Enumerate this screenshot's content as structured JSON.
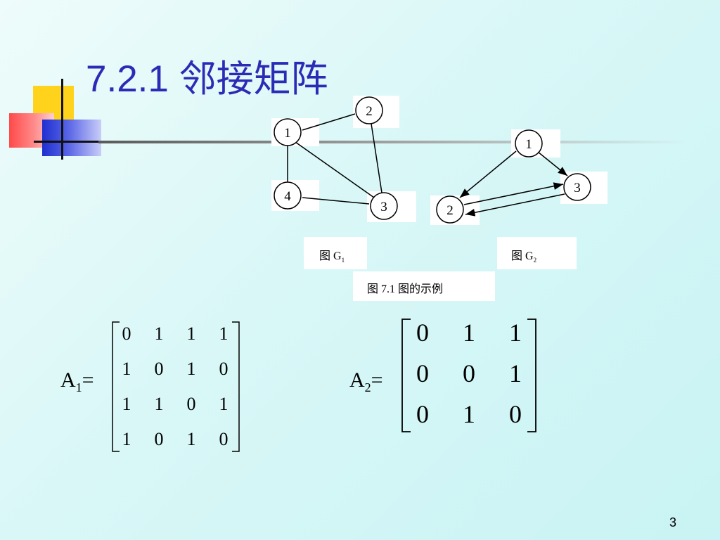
{
  "slide": {
    "title": "7.2.1 邻接矩阵",
    "page_number": "3"
  },
  "figure": {
    "caption_g1_prefix": "图 G",
    "caption_g1_sub": "1",
    "caption_g2_prefix": "图 G",
    "caption_g2_sub": "2",
    "caption_main": "图  7.1  图的示例"
  },
  "graph_g1": {
    "nodes": [
      "1",
      "2",
      "3",
      "4"
    ],
    "edges": [
      [
        "1",
        "2"
      ],
      [
        "1",
        "3"
      ],
      [
        "1",
        "4"
      ],
      [
        "2",
        "3"
      ],
      [
        "4",
        "3"
      ]
    ]
  },
  "graph_g2": {
    "nodes": [
      "1",
      "2",
      "3"
    ],
    "edges": [
      [
        "1",
        "2"
      ],
      [
        "1",
        "3"
      ],
      [
        "2",
        "3"
      ],
      [
        "3",
        "2"
      ]
    ]
  },
  "matrix_a1": {
    "label_prefix": "A",
    "label_sub": "1",
    "label_suffix": "=",
    "rows": [
      [
        "0",
        "1",
        "1",
        "1"
      ],
      [
        "1",
        "0",
        "1",
        "0"
      ],
      [
        "1",
        "1",
        "0",
        "1"
      ],
      [
        "1",
        "0",
        "1",
        "0"
      ]
    ]
  },
  "matrix_a2": {
    "label_prefix": "A",
    "label_sub": "2",
    "label_suffix": "=",
    "rows": [
      [
        "0",
        "1",
        "1"
      ],
      [
        "0",
        "0",
        "1"
      ],
      [
        "0",
        "1",
        "0"
      ]
    ]
  }
}
